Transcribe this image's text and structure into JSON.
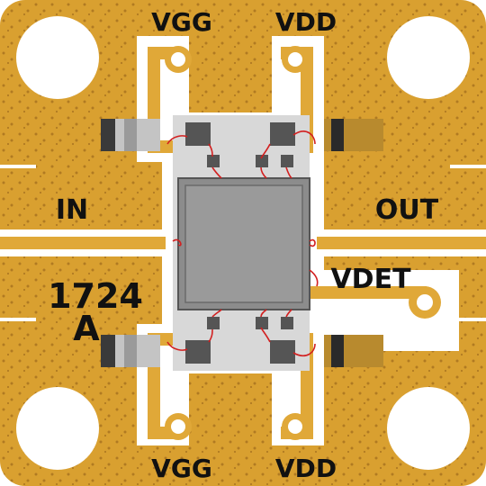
{
  "labels": {
    "vgg_top": "VGG",
    "vdd_top": "VDD",
    "vgg_bottom": "VGG",
    "vdd_bottom": "VDD",
    "in": "IN",
    "out": "OUT",
    "vdet": "VDET",
    "part_number": "1724",
    "part_suffix": "A"
  },
  "colors": {
    "board_gold": "#D9A030",
    "trace_gold": "#E0A838",
    "pad_white": "#FFFFFF",
    "chip_carrier": "#D8D8D8",
    "die": "#8C8C8C",
    "bond_pad": "#555555",
    "bond_wire": "#D22020",
    "via_dot": "#B07A22"
  }
}
